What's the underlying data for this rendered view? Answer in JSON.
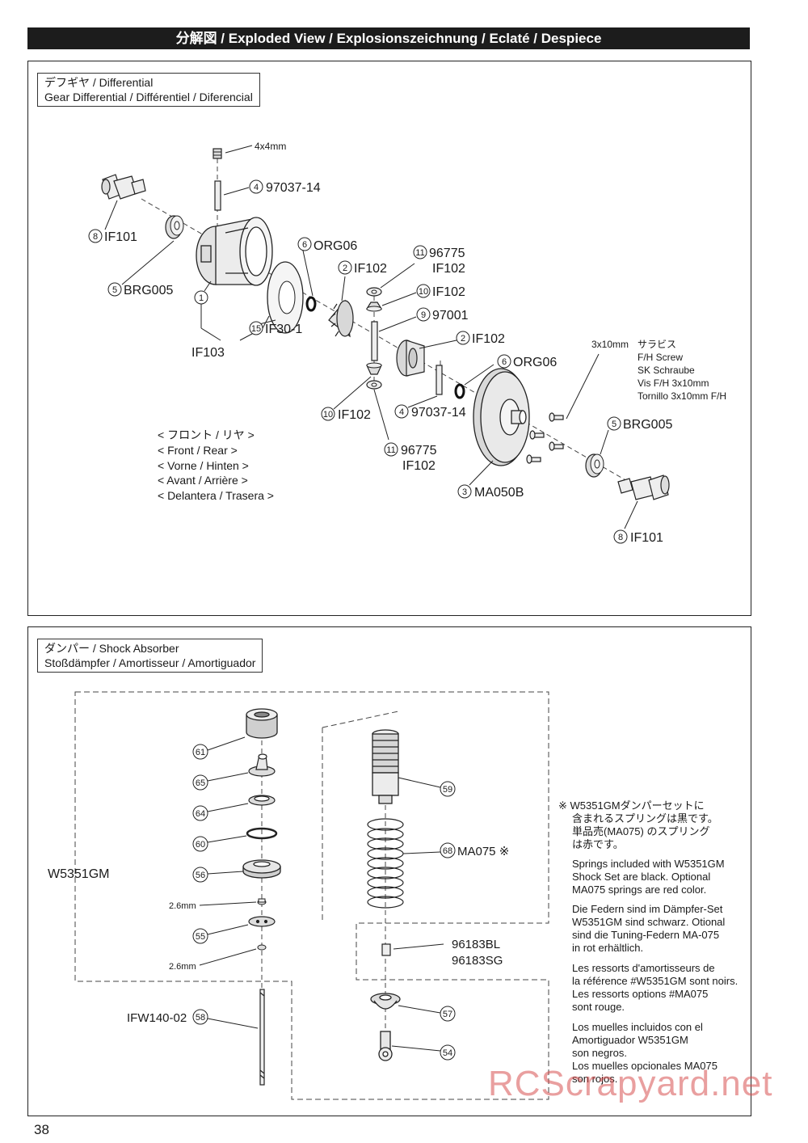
{
  "header": {
    "title": "分解図 / Exploded View / Explosionszeichnung / Eclaté / Despiece"
  },
  "differential": {
    "title_line1": "デフギヤ /  Differential",
    "title_line2": "Gear Differential / Différentiel / Diferencial",
    "set_screw_size": "4x4mm",
    "parts": {
      "p4a": {
        "num": "4",
        "code": "97037-14"
      },
      "p8a": {
        "num": "8",
        "code": "IF101"
      },
      "p5a": {
        "num": "5",
        "code": "BRG005"
      },
      "p1": {
        "num": "1",
        "code": ""
      },
      "p103": {
        "code": "IF103"
      },
      "p15": {
        "num": "15",
        "code": "IF30-1"
      },
      "p6a": {
        "num": "6",
        "code": "ORG06"
      },
      "p2a": {
        "num": "2",
        "code": "IF102"
      },
      "p11a": {
        "num": "11",
        "code": "96775",
        "code2": "IF102"
      },
      "p10a": {
        "num": "10",
        "code": "IF102"
      },
      "p9": {
        "num": "9",
        "code": "97001"
      },
      "p2b": {
        "num": "2",
        "code": "IF102"
      },
      "p6b": {
        "num": "6",
        "code": "ORG06"
      },
      "p10b": {
        "num": "10",
        "code": "IF102"
      },
      "p4b": {
        "num": "4",
        "code": "97037-14"
      },
      "p11b": {
        "num": "11",
        "code": "96775",
        "code2": "IF102"
      },
      "p3": {
        "num": "3",
        "code": "MA050B"
      },
      "p5b": {
        "num": "5",
        "code": "BRG005"
      },
      "p8b": {
        "num": "8",
        "code": "IF101"
      }
    },
    "screw_note": {
      "size": "3x10mm",
      "jp": "サラビス",
      "en": "F/H Screw",
      "de": "SK Schraube",
      "fr": "Vis F/H 3x10mm",
      "es": "Tornillo 3x10mm F/H"
    },
    "position_note": [
      "< フロント / リヤ >",
      "< Front / Rear >",
      "< Vorne / Hinten >",
      "< Avant / Arrière >",
      "< Delantera / Trasera >"
    ]
  },
  "shock": {
    "title_line1": "ダンパー /  Shock Absorber",
    "title_line2": "Stoßdämpfer / Amortisseur / Amortiguador",
    "set_label": "W5351GM",
    "parts": {
      "p61": {
        "num": "61"
      },
      "p65": {
        "num": "65"
      },
      "p64": {
        "num": "64"
      },
      "p60": {
        "num": "60"
      },
      "p56": {
        "num": "56"
      },
      "p55": {
        "num": "55"
      },
      "p58": {
        "num": "58",
        "code": "IFW140-02"
      },
      "p59": {
        "num": "59"
      },
      "p68": {
        "num": "68",
        "code": "MA075 ※"
      },
      "p57": {
        "num": "57"
      },
      "p54": {
        "num": "54"
      }
    },
    "nut_size_a": "2.6mm",
    "nut_size_b": "2.6mm",
    "ball_codes": [
      "96183BL",
      "96183SG"
    ],
    "notes": {
      "jp": [
        "※ W5351GMダンパーセットに",
        "含まれるスプリングは黒です。",
        "単品売(MA075) のスプリング",
        "は赤です。"
      ],
      "en": [
        "Springs included with W5351GM",
        "Shock Set are black. Optional",
        "MA075 springs are red color."
      ],
      "de": [
        "Die Federn sind im Dämpfer-Set",
        "W5351GM sind schwarz. Otional",
        "sind die Tuning-Federn MA-075",
        "in rot erhältlich."
      ],
      "fr": [
        "Les ressorts d'amortisseurs de",
        "la référence #W5351GM sont noirs.",
        "Les ressorts options #MA075",
        "sont rouge."
      ],
      "es": [
        "Los muelles incluidos con el",
        "Amortiguador W5351GM",
        "son negros.",
        "Los muelles opcionales MA075",
        "son rojos."
      ]
    }
  },
  "page_number": "38",
  "watermark": "RCScrapyard.net"
}
